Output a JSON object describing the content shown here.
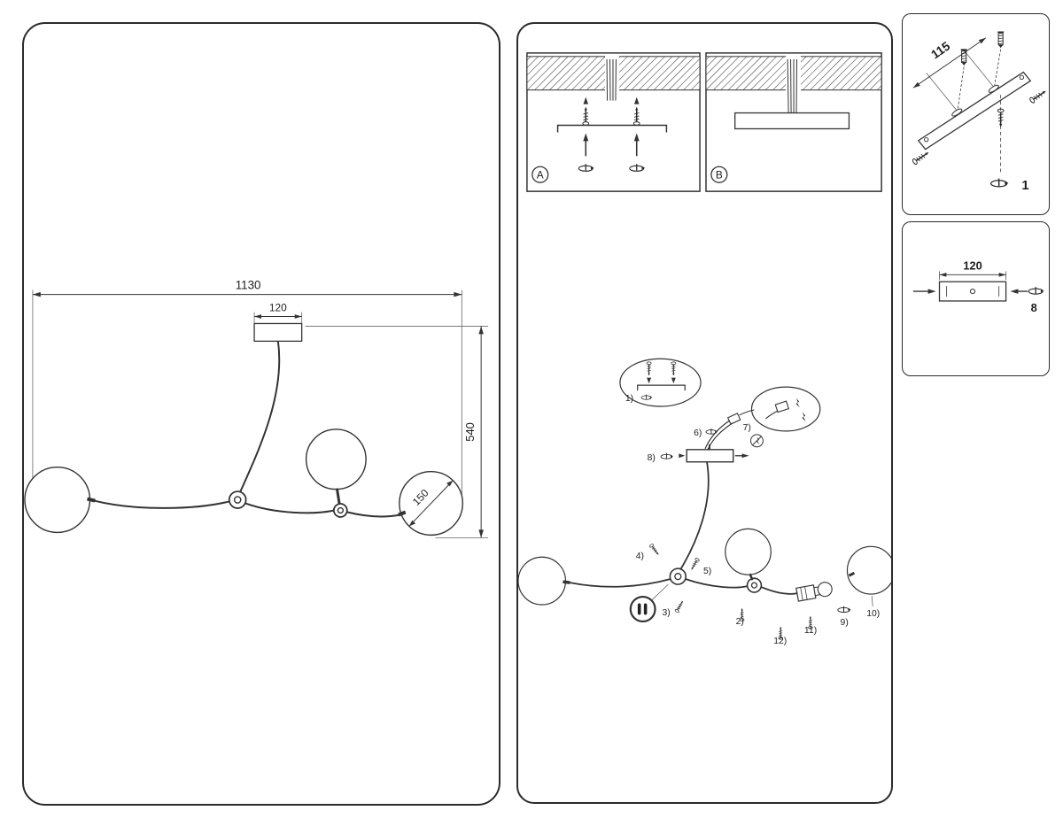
{
  "colors": {
    "line": "#333333",
    "ink": "#1e1e1e",
    "background": "#ffffff"
  },
  "dimension_panel": {
    "overall_width": "1130",
    "canopy_width": "120",
    "height": "540",
    "shade_diameter": "150"
  },
  "mounting_panel": {
    "option_a_label": "A",
    "option_b_label": "B"
  },
  "assembly_panel": {
    "steps": {
      "s1": "1)",
      "s2": "2)",
      "s3": "3)",
      "s4": "4)",
      "s5": "5)",
      "s6": "6)",
      "s7": "7)",
      "s8": "8)",
      "s9": "9)",
      "s10": "10)",
      "s11": "11)",
      "s12": "12)"
    }
  },
  "bracket_panel": {
    "dimension": "115",
    "part_number": "1"
  },
  "canopy_panel": {
    "dimension": "120",
    "part_number": "8"
  },
  "icons": {
    "screw": "screw-icon",
    "wall_anchor": "wall-anchor-icon",
    "twist_fasten": "twist-fasten-icon",
    "electric_warning": "electric-shock-warning-icon",
    "bulb": "light-bulb-icon",
    "ceiling_hatch": "ceiling-hatch-pattern"
  }
}
